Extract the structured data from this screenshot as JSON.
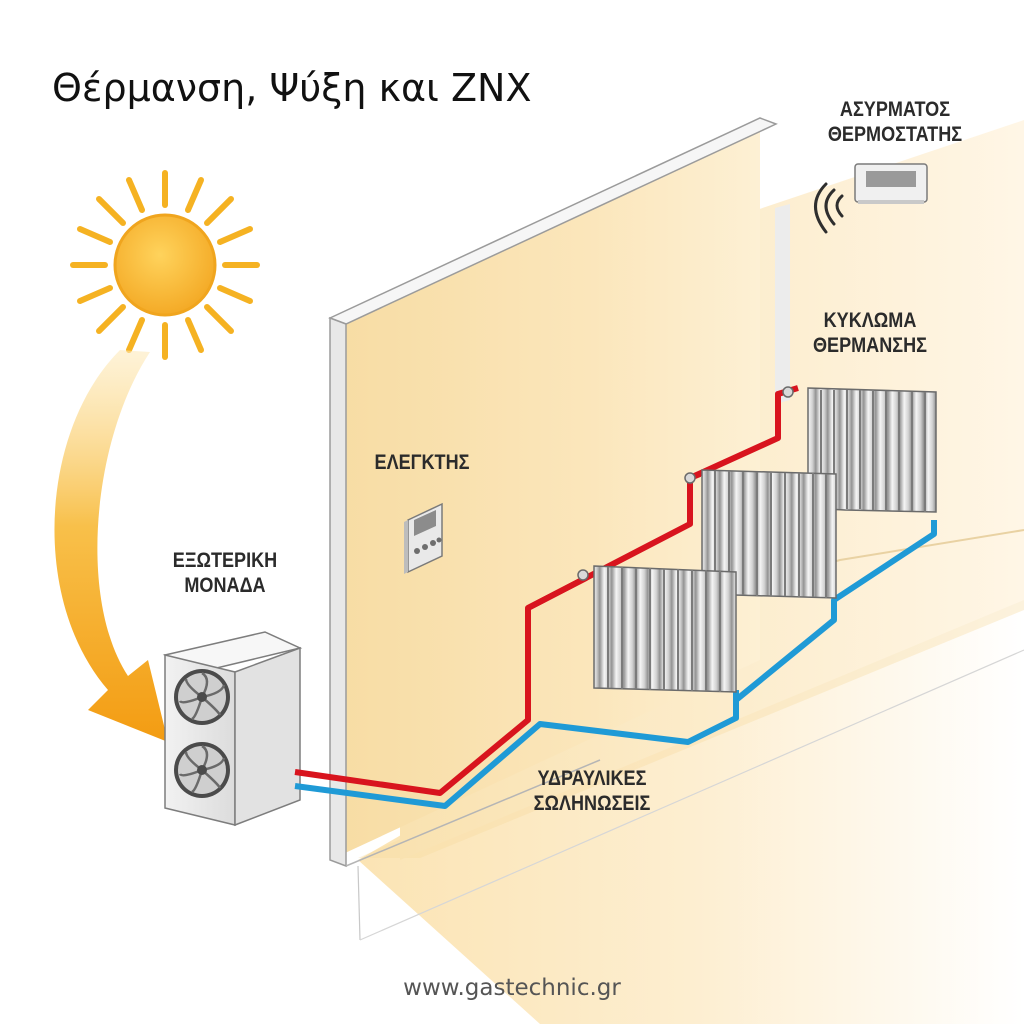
{
  "diagram": {
    "title": "Θέρμανση, Ψύξη και ΖΝΧ",
    "labels": {
      "thermostat_line1": "ΑΣΥΡΜΑΤΟΣ",
      "thermostat_line2": "ΘΕΡΜΟΣΤΑΤΗΣ",
      "circuit_line1": "ΚΥΚΛΩΜΑ",
      "circuit_line2": "ΘΕΡΜΑΝΣΗΣ",
      "controller": "ΕΛΕΓΚΤΗΣ",
      "outdoor_line1": "ΕΞΩΤΕΡΙΚΗ",
      "outdoor_line2": "ΜΟΝΑΔΑ",
      "pipes_line1": "ΥΔΡΑΥΛΙΚΕΣ",
      "pipes_line2": "ΣΩΛΗΝΩΣΕΙΣ"
    },
    "footer": "www.gastechnic.gr",
    "colors": {
      "supply_pipe": "#d8141e",
      "return_pipe": "#1f9ad6",
      "wall": "#fbe7b8",
      "sun": "#f7b731",
      "arrow": "#f6ab1c"
    },
    "icons": [
      "sun-icon",
      "arrow-icon",
      "heat-pump-icon",
      "fan-icon",
      "controller-icon",
      "thermostat-icon",
      "wireless-signal-icon",
      "radiator-icon",
      "valve-icon"
    ]
  }
}
